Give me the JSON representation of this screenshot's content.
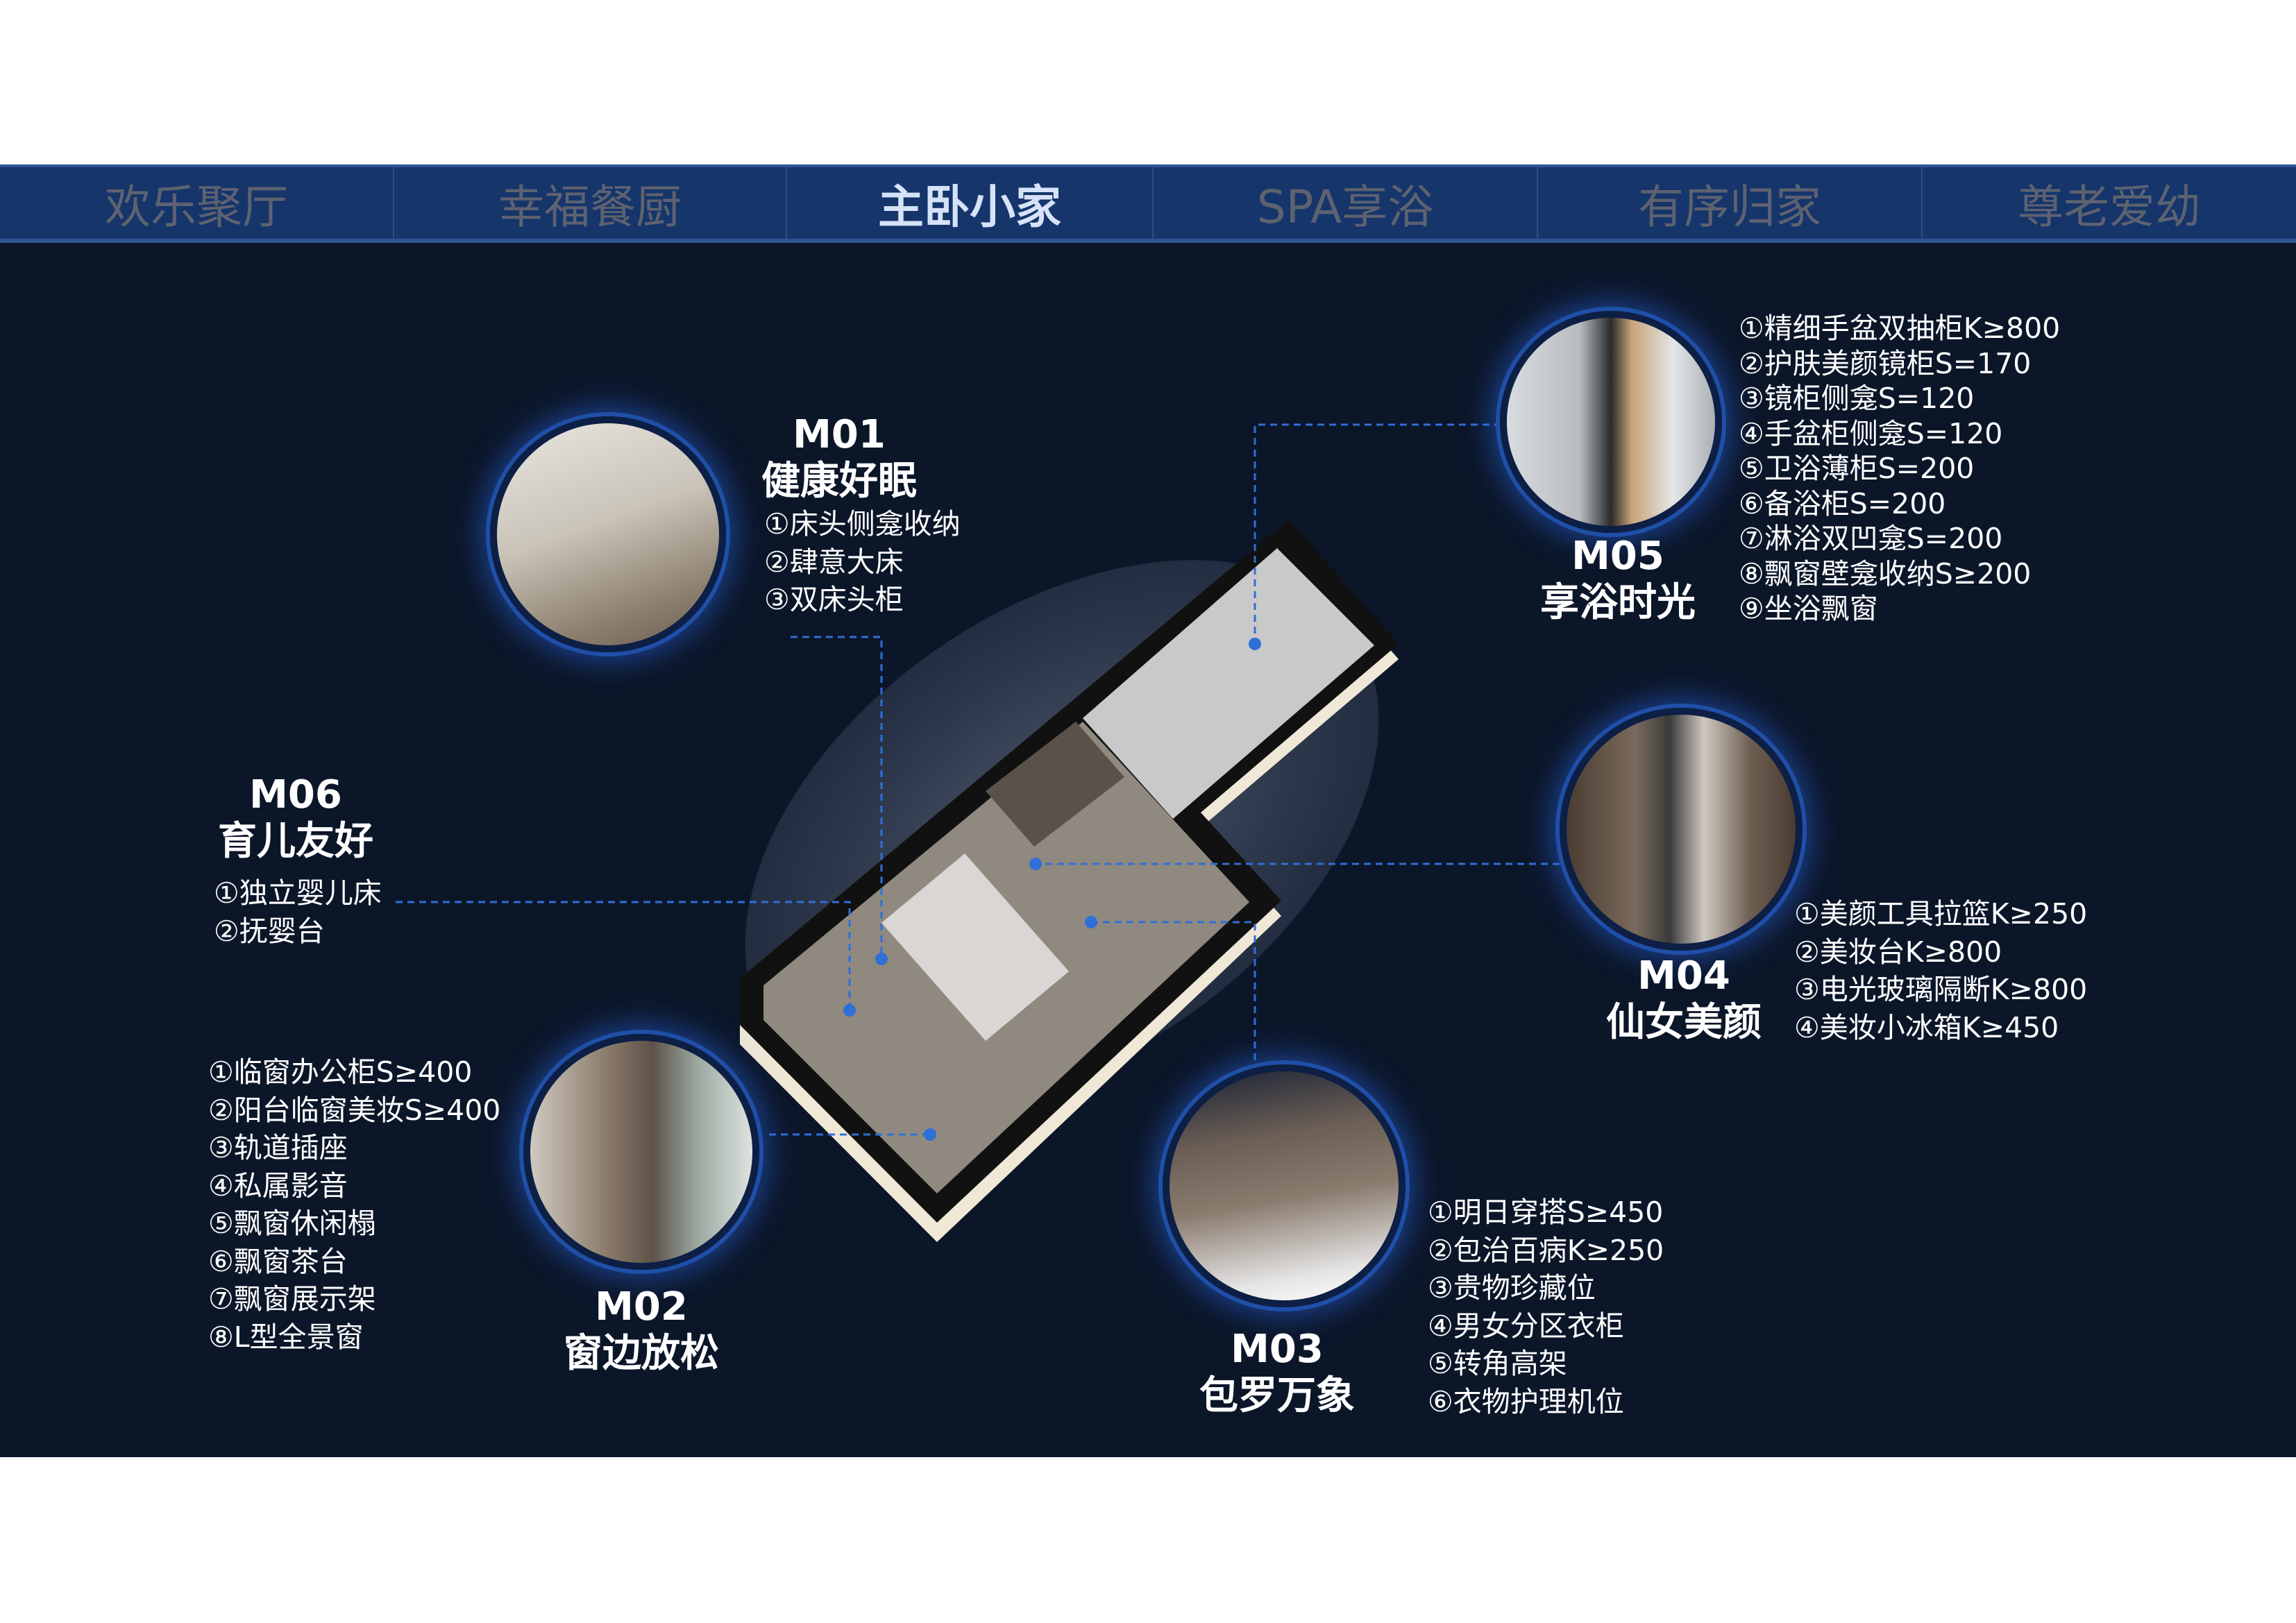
{
  "nav": {
    "tabs": [
      "欢乐聚厅",
      "幸福餐厨",
      "主卧小家",
      "SPA享浴",
      "有序归家",
      "尊老爱幼"
    ],
    "active": 2
  },
  "modules": {
    "m01": {
      "code": "M01",
      "name": "健康好眠",
      "items": [
        "①床头侧龛收纳",
        "②肆意大床",
        "③双床头柜"
      ]
    },
    "m02": {
      "code": "M02",
      "name": "窗边放松",
      "items": [
        "①临窗办公柜S≥400",
        "②阳台临窗美妆S≥400",
        "③轨道插座",
        "④私属影音",
        "⑤飘窗休闲榻",
        "⑥飘窗茶台",
        "⑦飘窗展示架",
        "⑧L型全景窗"
      ]
    },
    "m03": {
      "code": "M03",
      "name": "包罗万象",
      "items": [
        "①明日穿搭S≥450",
        "②包治百病K≥250",
        "③贵物珍藏位",
        "④男女分区衣柜",
        "⑤转角高架",
        "⑥衣物护理机位"
      ]
    },
    "m04": {
      "code": "M04",
      "name": "仙女美颜",
      "items": [
        "①美颜工具拉篮K≥250",
        "②美妆台K≥800",
        "③电光玻璃隔断K≥800",
        "④美妆小冰箱K≥450"
      ]
    },
    "m05": {
      "code": "M05",
      "name": "享浴时光",
      "items": [
        "①精细手盆双抽柜K≥800",
        "②护肤美颜镜柜S=170",
        "③镜柜侧龛S=120",
        "④手盆柜侧龛S=120",
        "⑤卫浴薄柜S=200",
        "⑥备浴柜S=200",
        "⑦淋浴双凹龛S=200",
        "⑧飘窗壁龛收纳S≥200",
        "⑨坐浴飘窗"
      ]
    },
    "m06": {
      "code": "M06",
      "name": "育儿友好",
      "items": [
        "①独立婴儿床",
        "②抚婴台"
      ]
    }
  },
  "colors": {
    "nav": "#15356b",
    "bg": "#0c1629",
    "accent": "#2f6fd8",
    "active_tab": "#d6e2f7",
    "inactive_tab": "#5d6270"
  }
}
